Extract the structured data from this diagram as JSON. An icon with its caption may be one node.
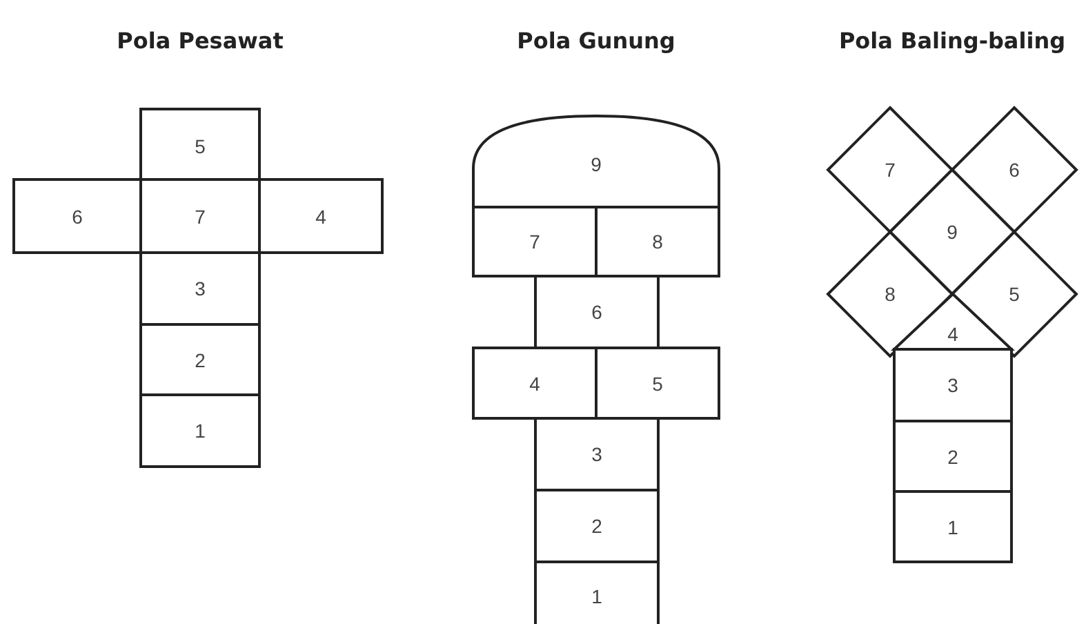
{
  "diagram": {
    "nodes": [
      {
        "text": [
          "5"
        ]
      },
      {
        "text": [
          "6"
        ]
      },
      {
        "text": [
          "7"
        ]
      },
      {
        "text": [
          "4"
        ]
      },
      {
        "text": [
          "3"
        ]
      },
      {
        "text": [
          "2"
        ]
      },
      {
        "text": [
          "1"
        ]
      },
      {
        "text": [
          "9"
        ]
      },
      {
        "text": [
          "7"
        ]
      },
      {
        "text": [
          "8"
        ]
      },
      {
        "text": [
          "6"
        ]
      },
      {
        "text": [
          "4"
        ]
      },
      {
        "text": [
          "5"
        ]
      },
      {
        "text": [
          "3"
        ]
      },
      {
        "text": [
          "2"
        ]
      },
      {
        "text": [
          "1"
        ]
      },
      {
        "text": [
          "7"
        ]
      },
      {
        "text": [
          "6"
        ]
      },
      {
        "text": [
          "9"
        ]
      },
      {
        "text": [
          "8"
        ]
      },
      {
        "text": [
          "5"
        ]
      },
      {
        "text": [
          "4"
        ]
      },
      {
        "text": [
          "3"
        ]
      },
      {
        "text": [
          "2"
        ]
      },
      {
        "text": [
          "1"
        ]
      }
    ],
    "edges": [],
    "labels": [
      "Pola Pesawat",
      "Pola Gunung",
      "Pola Baling-baling"
    ]
  }
}
